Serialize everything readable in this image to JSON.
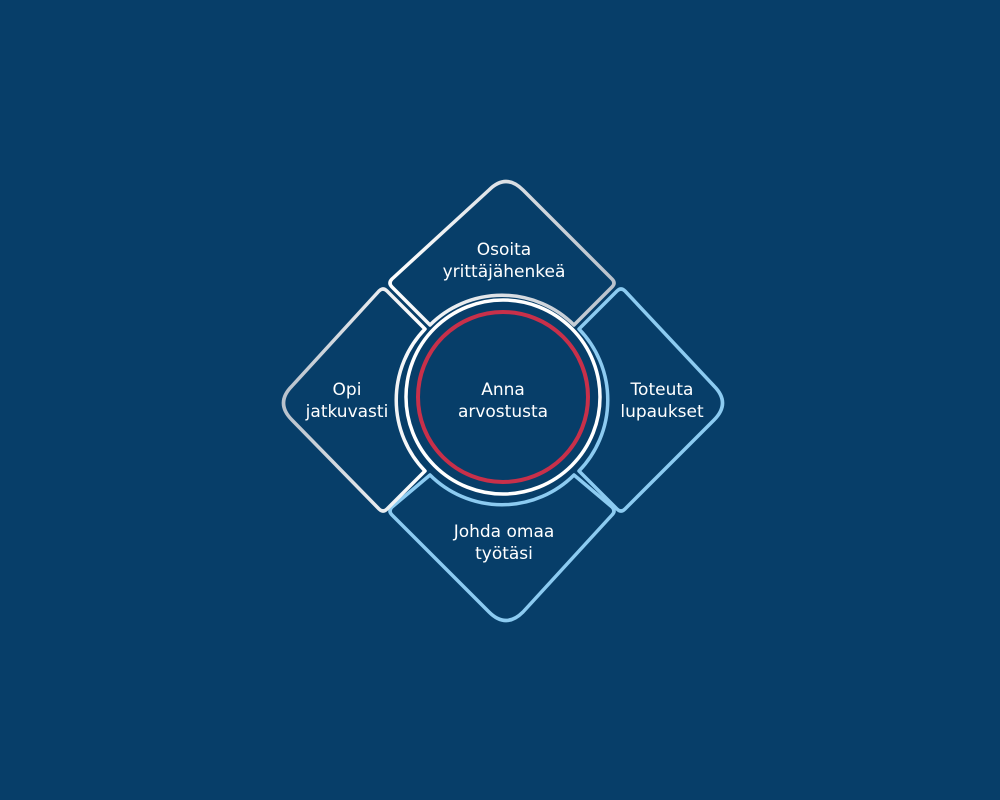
{
  "diagram": {
    "center": {
      "line1": "Anna",
      "line2": "arvostusta"
    },
    "top": {
      "line1": "Osoita",
      "line2": "yrittäjähenkeä"
    },
    "left": {
      "line1": "Opi",
      "line2": "jatkuvasti"
    },
    "right": {
      "line1": "Toteuta",
      "line2": "lupaukset"
    },
    "bottom": {
      "line1": "Johda omaa",
      "line2": "työtäsi"
    }
  },
  "colors": {
    "background": "#073e69",
    "white": "#ffffff",
    "silver": "#c9ced6",
    "light_blue": "#8ccbf1",
    "red": "#c8304a"
  }
}
